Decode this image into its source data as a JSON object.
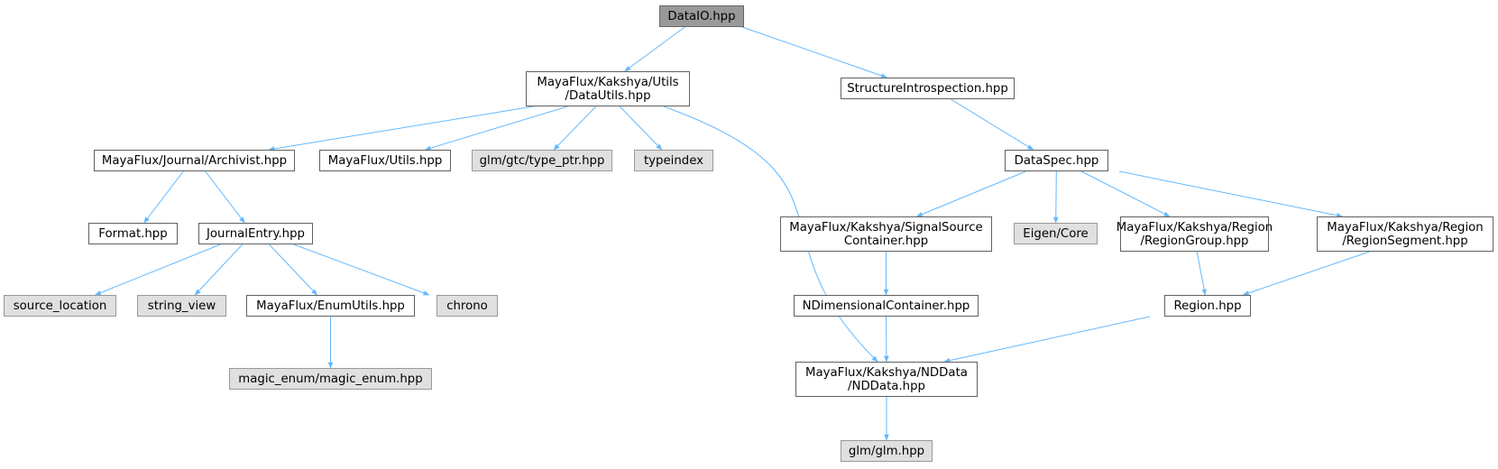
{
  "graph": {
    "colors": {
      "edge": "#63b8ff",
      "node_border": "#606060",
      "system_fill": "#e0e0e0",
      "root_fill": "#999999"
    },
    "nodes": {
      "dataio": {
        "lines": [
          "DataIO.hpp"
        ]
      },
      "datautils": {
        "lines": [
          "MayaFlux/Kakshya/Utils",
          "/DataUtils.hpp"
        ]
      },
      "structintro": {
        "lines": [
          "StructureIntrospection.hpp"
        ]
      },
      "archivist": {
        "lines": [
          "MayaFlux/Journal/Archivist.hpp"
        ]
      },
      "utils": {
        "lines": [
          "MayaFlux/Utils.hpp"
        ]
      },
      "typeptr": {
        "lines": [
          "glm/gtc/type_ptr.hpp"
        ]
      },
      "typeindex": {
        "lines": [
          "typeindex"
        ]
      },
      "dataspec": {
        "lines": [
          "DataSpec.hpp"
        ]
      },
      "format": {
        "lines": [
          "Format.hpp"
        ]
      },
      "journalentry": {
        "lines": [
          "JournalEntry.hpp"
        ]
      },
      "signalsource": {
        "lines": [
          "MayaFlux/Kakshya/SignalSource",
          "Container.hpp"
        ]
      },
      "eigen": {
        "lines": [
          "Eigen/Core"
        ]
      },
      "regiongroup": {
        "lines": [
          "MayaFlux/Kakshya/Region",
          "/RegionGroup.hpp"
        ]
      },
      "regionsegment": {
        "lines": [
          "MayaFlux/Kakshya/Region",
          "/RegionSegment.hpp"
        ]
      },
      "sourceloc": {
        "lines": [
          "source_location"
        ]
      },
      "stringview": {
        "lines": [
          "string_view"
        ]
      },
      "enumutils": {
        "lines": [
          "MayaFlux/EnumUtils.hpp"
        ]
      },
      "chrono": {
        "lines": [
          "chrono"
        ]
      },
      "ndimcontainer": {
        "lines": [
          "NDimensionalContainer.hpp"
        ]
      },
      "region": {
        "lines": [
          "Region.hpp"
        ]
      },
      "magicenum": {
        "lines": [
          "magic_enum/magic_enum.hpp"
        ]
      },
      "nddata": {
        "lines": [
          "MayaFlux/Kakshya/NDData",
          "/NDData.hpp"
        ]
      },
      "glm": {
        "lines": [
          "glm/glm.hpp"
        ]
      }
    },
    "edges": [
      [
        "dataio",
        "datautils"
      ],
      [
        "dataio",
        "structintro"
      ],
      [
        "datautils",
        "archivist"
      ],
      [
        "datautils",
        "utils"
      ],
      [
        "datautils",
        "typeptr"
      ],
      [
        "datautils",
        "typeindex"
      ],
      [
        "datautils",
        "nddata"
      ],
      [
        "structintro",
        "dataspec"
      ],
      [
        "archivist",
        "format"
      ],
      [
        "archivist",
        "journalentry"
      ],
      [
        "journalentry",
        "sourceloc"
      ],
      [
        "journalentry",
        "stringview"
      ],
      [
        "journalentry",
        "enumutils"
      ],
      [
        "journalentry",
        "chrono"
      ],
      [
        "enumutils",
        "magicenum"
      ],
      [
        "dataspec",
        "signalsource"
      ],
      [
        "dataspec",
        "eigen"
      ],
      [
        "dataspec",
        "regiongroup"
      ],
      [
        "dataspec",
        "regionsegment"
      ],
      [
        "signalsource",
        "ndimcontainer"
      ],
      [
        "ndimcontainer",
        "nddata"
      ],
      [
        "regiongroup",
        "region"
      ],
      [
        "regionsegment",
        "region"
      ],
      [
        "region",
        "nddata"
      ],
      [
        "nddata",
        "glm"
      ]
    ]
  }
}
